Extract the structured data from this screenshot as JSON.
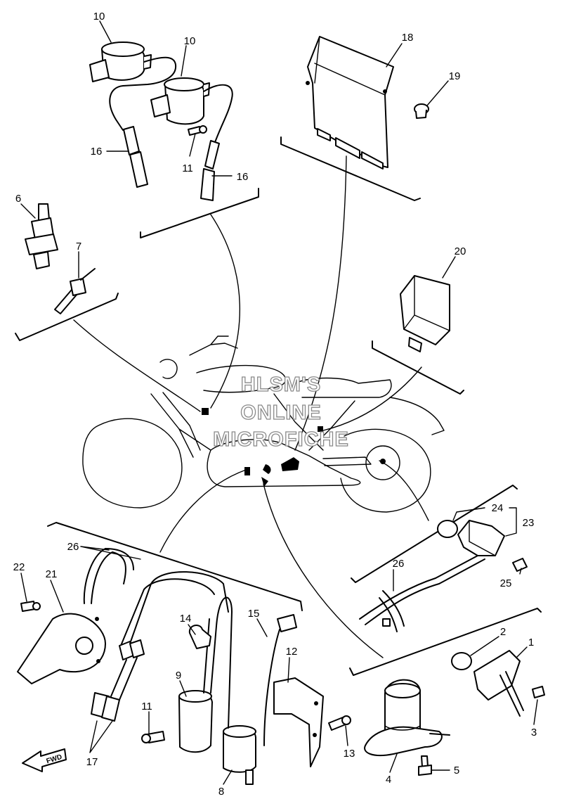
{
  "watermark": {
    "line1": "HLSM'S",
    "line2": "ONLINE",
    "line3": "MICROFICHE"
  },
  "direction_label": "FWD",
  "callouts": {
    "c10a": "10",
    "c10b": "10",
    "c11a": "11",
    "c16a": "16",
    "c16b": "16",
    "c18": "18",
    "c19": "19",
    "c6": "6",
    "c7": "7",
    "c20": "20",
    "c24": "24",
    "c23": "23",
    "c25": "25",
    "c26a": "26",
    "c22": "22",
    "c21": "21",
    "c26b": "26",
    "c14": "14",
    "c15": "15",
    "c12": "12",
    "c9": "9",
    "c11b": "11",
    "c13": "13",
    "c17": "17",
    "c8": "8",
    "c2": "2",
    "c1": "1",
    "c3": "3",
    "c5": "5",
    "c4": "4"
  }
}
